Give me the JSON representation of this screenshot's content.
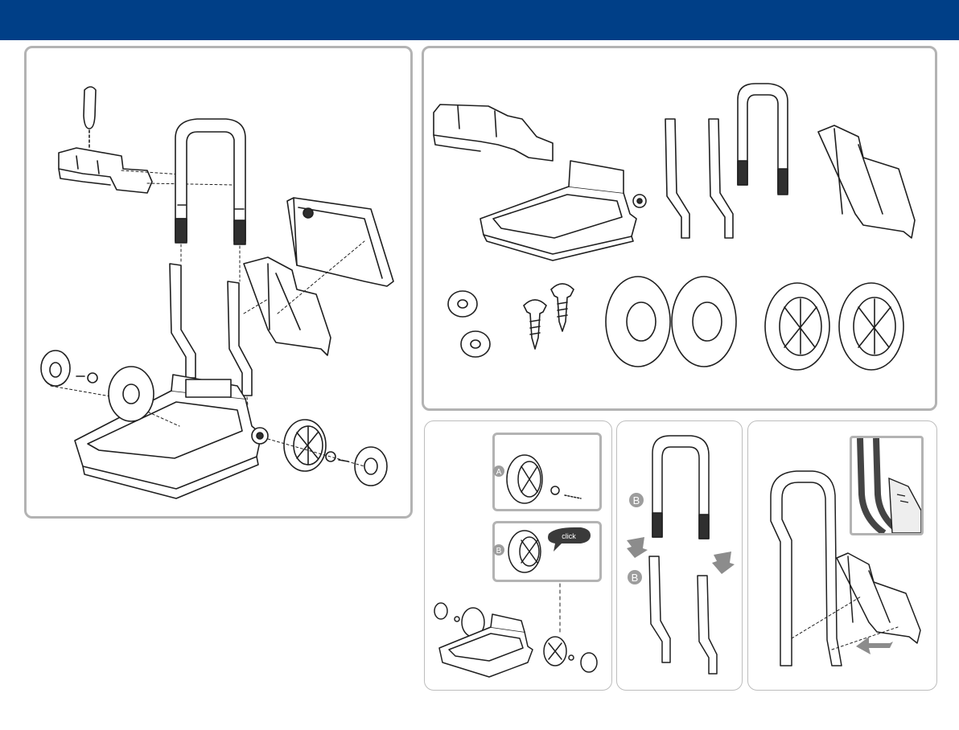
{
  "colors": {
    "header_bar": "#003f87",
    "panel_border": "#b3b3b3",
    "part_fill": "#ffffff",
    "part_dark": "#2f2f2f",
    "part_stroke": "#1f1f1f",
    "marker_fill": "#9d9d9d",
    "arrow_fill": "#8c8c8c",
    "callout_fill": "#3a3a3a"
  },
  "steps": {
    "wheel_step": {
      "marker_a": "A",
      "marker_b": "B",
      "callout": "click"
    },
    "handle_step": {
      "marker_top": "B",
      "marker_bottom": "B"
    }
  }
}
